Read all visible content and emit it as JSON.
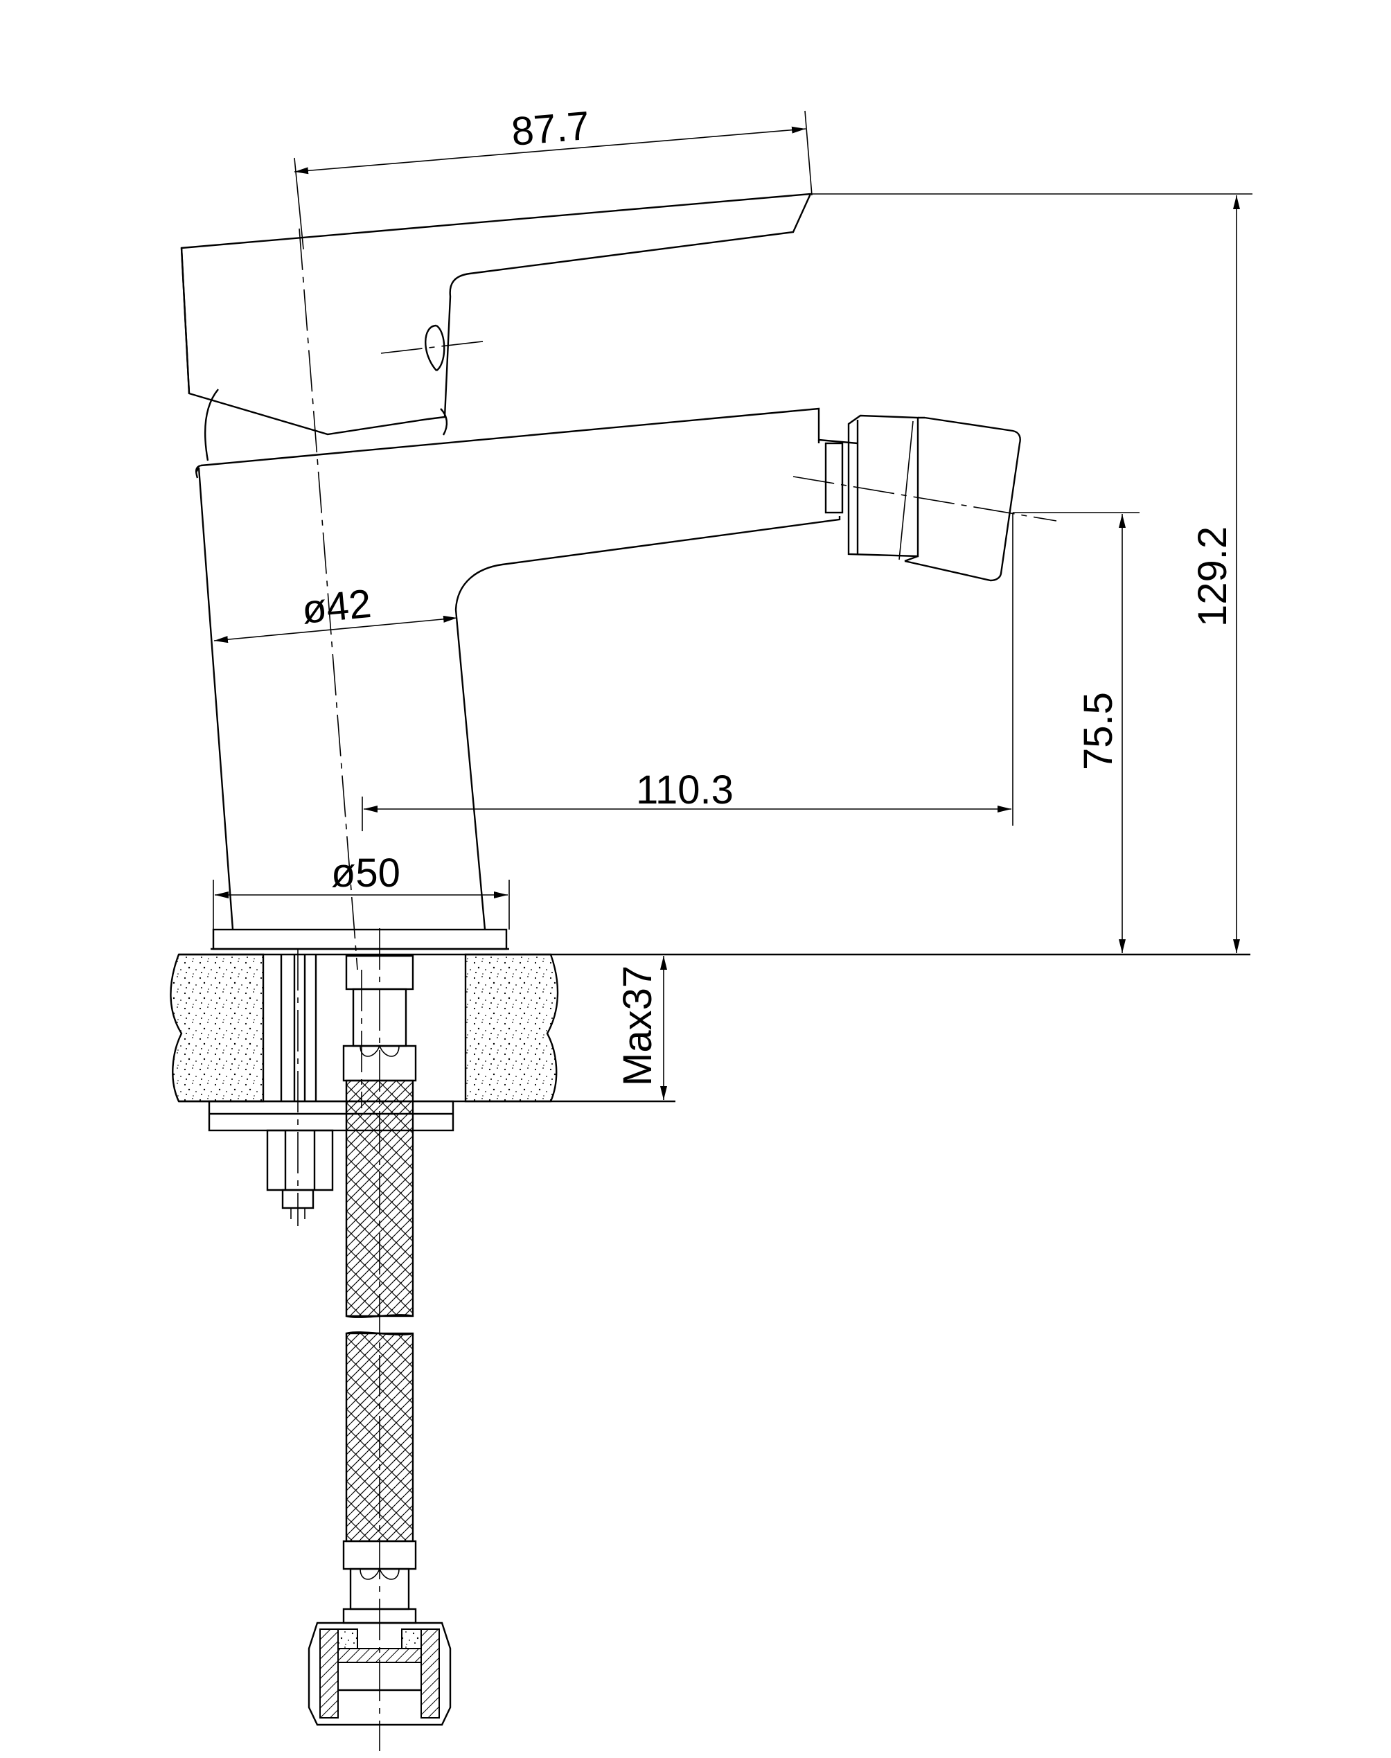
{
  "dimensions": {
    "handle_length": "87.7",
    "total_height": "129.2",
    "body_diameter": "ø42",
    "spout_reach": "110.3",
    "spout_height": "75.5",
    "base_diameter": "ø50",
    "max_counter_thickness": "Max37"
  },
  "colors": {
    "line": "#000000",
    "background": "#ffffff"
  }
}
